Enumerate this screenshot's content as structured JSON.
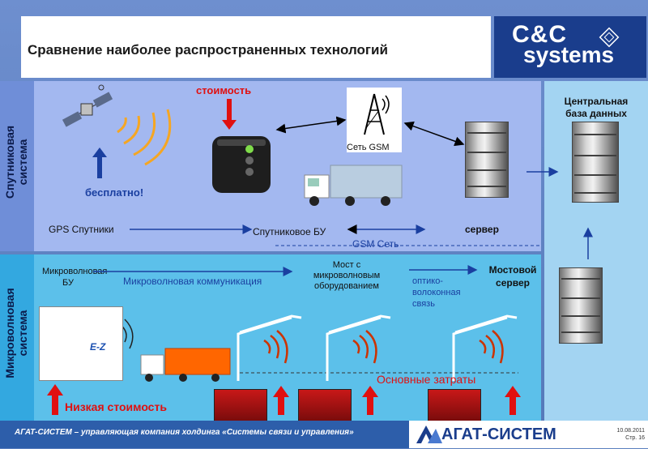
{
  "title": "Сравнение наиболее распространенных технологий",
  "logo": {
    "line1": "C&C",
    "line2": "systems"
  },
  "satellite": {
    "section_label": "Спутниковая\nсистема",
    "cost_label": "стоимость",
    "free_label": "бесплатно!",
    "gsm_network": "Сеть GSM",
    "gps_satellites": "GPS Спутники",
    "satellite_unit": "Спутниковое БУ",
    "gsm_net": "GSM Сеть",
    "server": "сервер"
  },
  "central_db": "Центральная\nбаза данных",
  "microwave": {
    "section_label": "Микроволновая\nсистема",
    "mw_unit": "Микроволновая\nБУ",
    "mw_communication": "Микроволновая коммуникация",
    "bridge": "Мост с\nмикроволновым\nоборудованием",
    "fiber": "оптико-\nволоконная\nсвязь",
    "bridge_server": "Мостовой\nсервер",
    "main_costs": "Основные затраты",
    "low_cost": "Низкая стоимость"
  },
  "footer": {
    "text": "АГАТ-СИСТЕМ – управляющая компания холдинга «Системы связи и управления»",
    "brand": "АГАТ-СИСТЕМ",
    "date": "10.08.2011",
    "page": "Стр. 16"
  },
  "colors": {
    "accent_red": "#e01010",
    "brand_blue": "#1a3d8c",
    "satellite_bg": "#a3b8f0",
    "microwave_bg": "#5cc0ea"
  }
}
